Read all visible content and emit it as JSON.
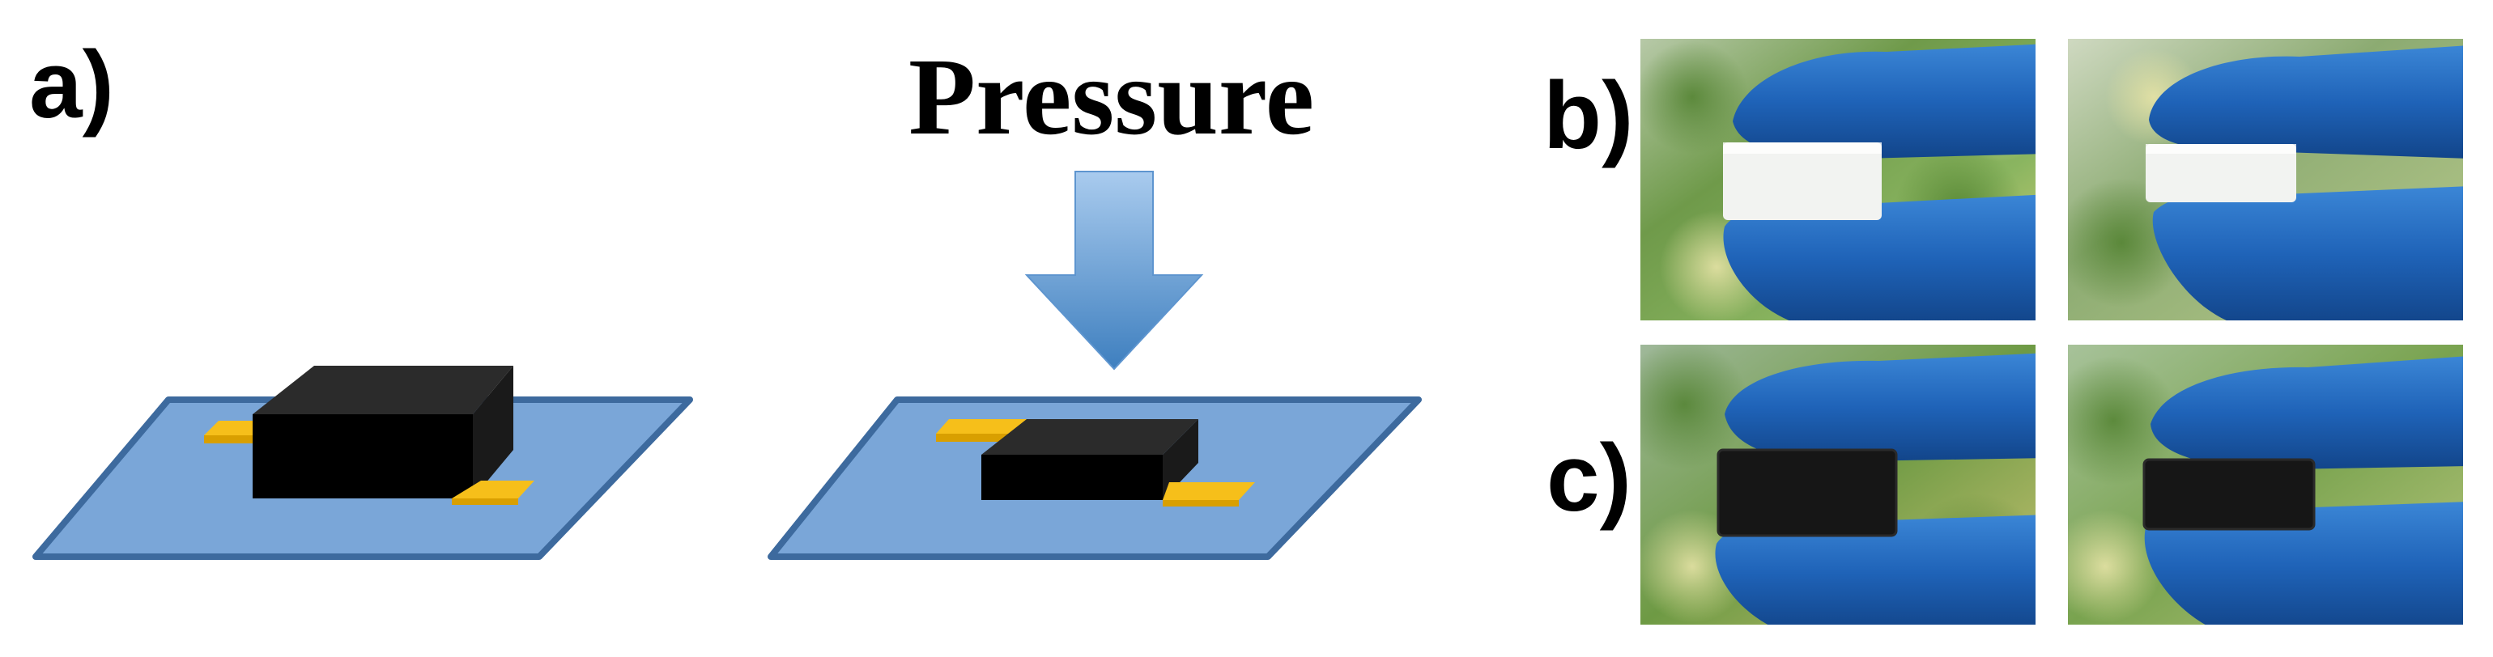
{
  "panels": {
    "a_label": "a)",
    "b_label": "b)",
    "c_label": "c)"
  },
  "diagram": {
    "pressure_label": "Pressure"
  },
  "colors": {
    "substrate_fill": "#7aa6d8",
    "substrate_stroke": "#3d6a9e",
    "electrode": "#f6bf1a",
    "electrode_dark": "#d99f00",
    "block_front": "#000000",
    "block_top": "#2b2b2b",
    "arrow_top": "#a9cbee",
    "arrow_bottom": "#3e7fbf",
    "glove": "#1f63b8",
    "foam_white": "#f2f3f1",
    "foam_black": "#161616"
  },
  "icons": {
    "pressure_arrow": "down-arrow-icon"
  }
}
